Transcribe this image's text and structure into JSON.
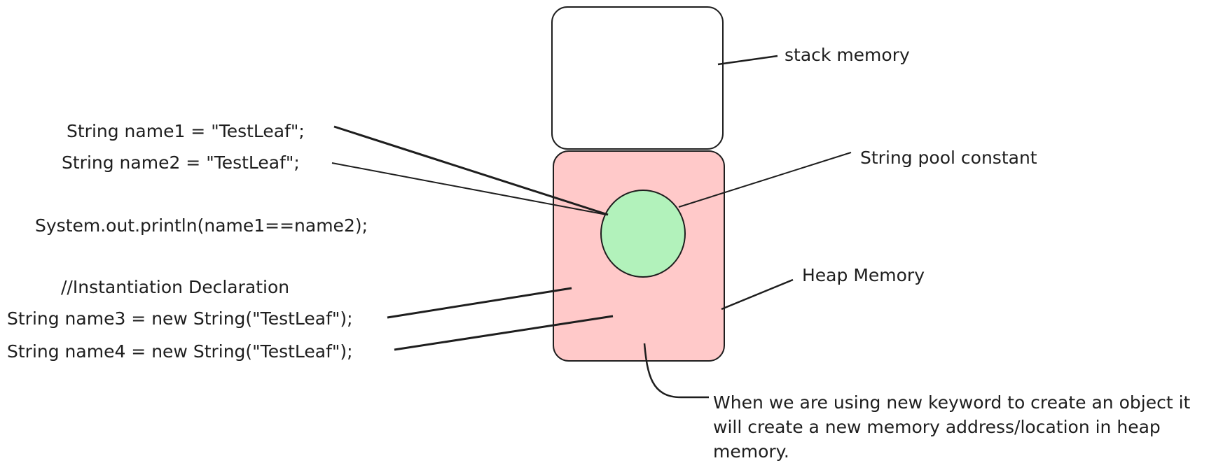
{
  "labels": {
    "stack": "stack memory",
    "pool": "String pool constant",
    "heap": "Heap Memory",
    "note": "When we are using new keyword to create an object it will create a new memory address/location in heap memory."
  },
  "code": {
    "line1": "String name1 = \"TestLeaf\";",
    "line2": "String name2 = \"TestLeaf\";",
    "line3": "System.out.println(name1==name2);",
    "comment": "//Instantiation Declaration",
    "line4": "String name3 = new String(\"TestLeaf\");",
    "line5": "String name4 = new String(\"TestLeaf\");"
  },
  "colors": {
    "ink": "#1e1e1e",
    "heap_fill": "#ffc9c9",
    "pool_fill": "#b2f2bb",
    "stack_fill": "#ffffff"
  }
}
